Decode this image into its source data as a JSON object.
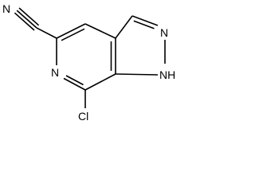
{
  "molecule": {
    "atoms": {
      "nitrile_n": "N",
      "pyridine_n": "N",
      "pyrazole_n": "N",
      "pyrazole_nh": "NH",
      "chlorine": "Cl"
    }
  },
  "colors": {
    "bond": "#000000",
    "label": "#000000",
    "background": "#ffffff"
  }
}
